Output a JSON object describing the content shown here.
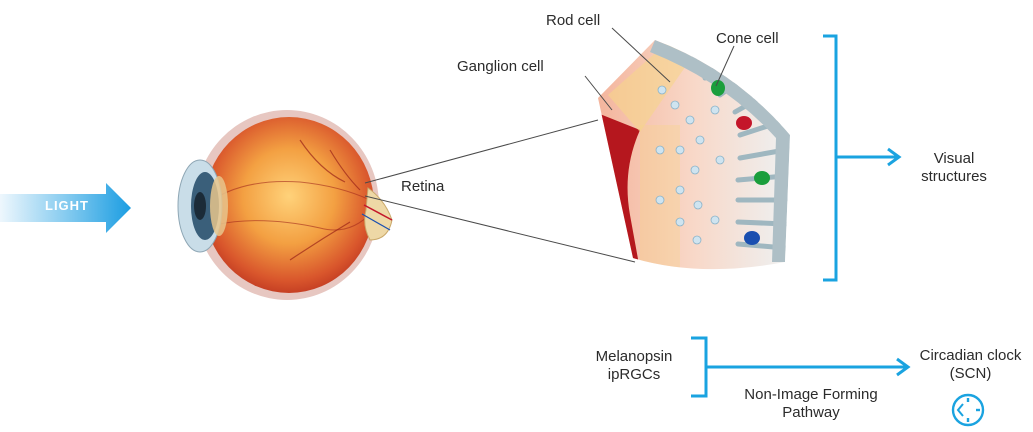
{
  "light": {
    "label": "LIGHT"
  },
  "labels": {
    "rod_cell": "Rod cell",
    "cone_cell": "Cone cell",
    "ganglion_cell": "Ganglion cell",
    "retina": "Retina",
    "visual_structures_line1": "Visual",
    "visual_structures_line2": "structures",
    "melanopsin_line1": "Melanopsin",
    "melanopsin_line2": "ipRGCs",
    "pathway_line1": "Non-Image Forming",
    "pathway_line2": "Pathway",
    "circadian_line1": "Circadian clock",
    "circadian_line2": "(SCN)"
  },
  "colors": {
    "accent_blue": "#1aa3e0",
    "light_arrow_start": "#e6f4fc",
    "light_arrow_end": "#1b9de2",
    "cone_green": "#1a9e3c",
    "cone_red": "#c4162a",
    "cone_blue": "#1a4fb0",
    "retina_red": "#b5171e"
  },
  "icons": {
    "clock": "clock-icon"
  }
}
